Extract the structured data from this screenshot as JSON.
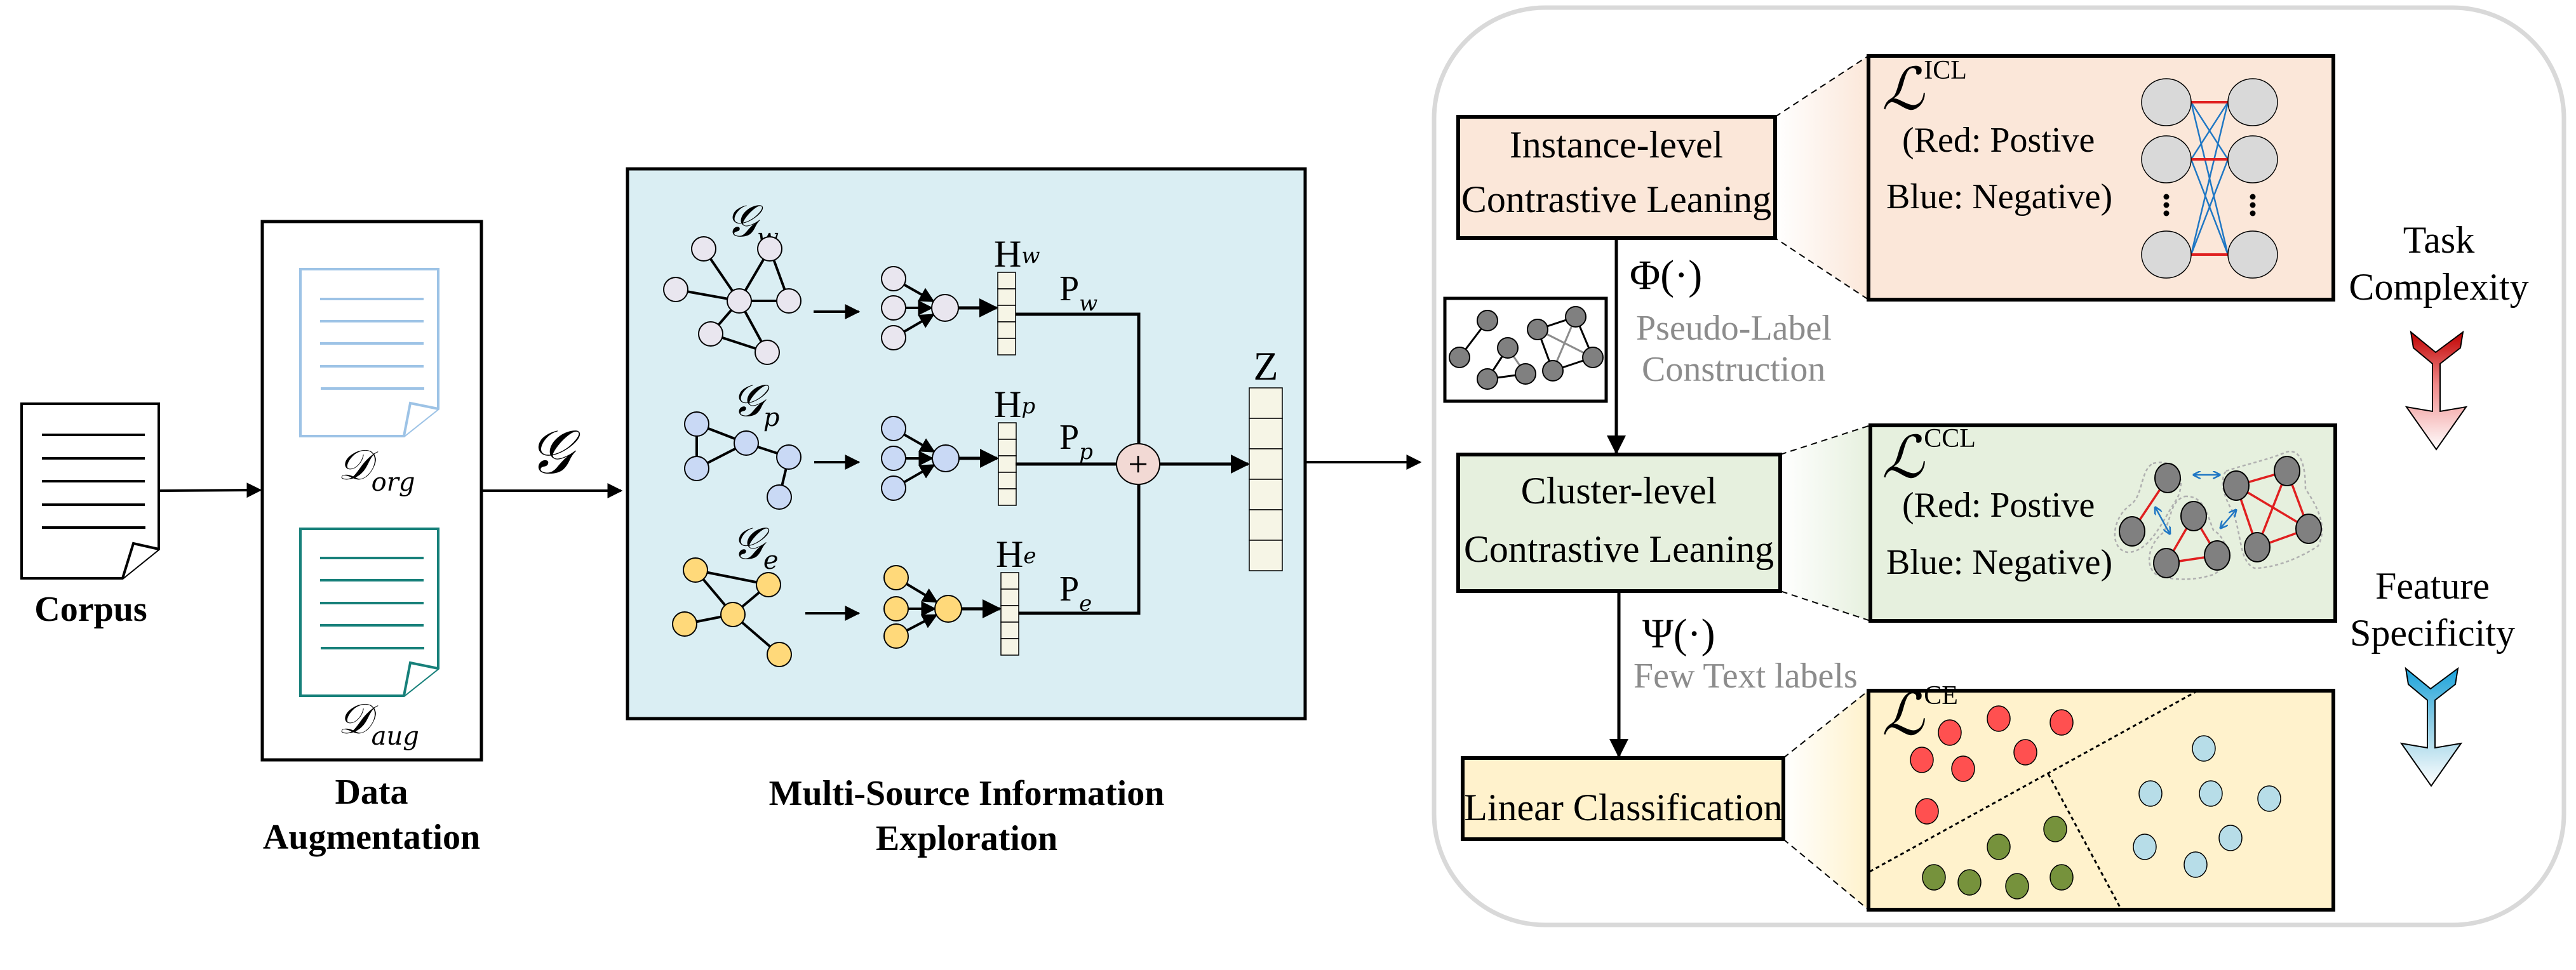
{
  "figure": {
    "domain": "Diagram",
    "description": "Pipeline: Corpus -> Data Augmentation -> Multi-Source Information Exploration -> contrastive learning and classification stages"
  },
  "colors": {
    "middle_panel_bg": "#daeef3",
    "vector_fill": "#f6f5e6",
    "plus_fill": "#f2d9d4",
    "container_stroke": "#d9d9d9",
    "instance_bg": "#fbe7d9",
    "cluster_bg": "#e6f0de",
    "linear_bg": "#fff2cc",
    "doc_org": "#9dc3e6",
    "doc_aug": "#17807a",
    "node_w": "#e9e6ef",
    "node_p": "#c9d9f5",
    "node_e": "#ffd97a",
    "node_grey": "#808080",
    "positive_red": "#e02020",
    "negative_blue": "#1f77c4",
    "ce_red": "#ff5050",
    "ce_green": "#76923c",
    "ce_blue": "#b7dde8",
    "secondary_text": "#8c8c8c",
    "arrow_task_top": "#c00000",
    "arrow_feature_top": "#1aa3dc"
  },
  "corpus": {
    "label": "Corpus",
    "icon": "document-icon"
  },
  "data_augmentation": {
    "caption_line1": "Data",
    "caption_line2": "Augmentation",
    "doc_org": {
      "symbol": "𝒟",
      "subscript": "org"
    },
    "doc_aug": {
      "symbol": "𝒟",
      "subscript": "aug"
    }
  },
  "graph_arrow_label": "𝒢",
  "multi_source": {
    "caption_line1": "Multi-Source Information",
    "caption_line2": "Exploration",
    "branches": [
      {
        "graph_symbol": "𝒢",
        "graph_sub": "w",
        "h_label": "H",
        "h_sub": "w",
        "p_label": "P",
        "p_sub": "w",
        "cells": 5
      },
      {
        "graph_symbol": "𝒢",
        "graph_sub": "p",
        "h_label": "H",
        "h_sub": "p",
        "p_label": "P",
        "p_sub": "p",
        "cells": 5
      },
      {
        "graph_symbol": "𝒢",
        "graph_sub": "e",
        "h_label": "H",
        "h_sub": "e",
        "p_label": "P",
        "p_sub": "e",
        "cells": 5
      }
    ],
    "fusion_symbol": "+",
    "output_label": "Z",
    "output_cells": 6
  },
  "stages": {
    "instance": {
      "line1": "Instance-level",
      "line2": "Contrastive Leaning"
    },
    "phi": {
      "symbol": "Φ(·)",
      "line1": "Pseudo-Label",
      "line2": "Construction"
    },
    "cluster": {
      "line1": "Cluster-level",
      "line2": "Contrastive Leaning"
    },
    "psi": {
      "symbol": "Ψ(·)",
      "line1": "Few Text labels"
    },
    "linear": {
      "line1": "Linear Classification"
    }
  },
  "detail_panels": {
    "icl": {
      "loss_symbol": "ℒ",
      "loss_sup": "ICL",
      "legend_line1": "(Red: Postive",
      "legend_line2": "Blue: Negative)",
      "ellipsis": "⋮"
    },
    "ccl": {
      "loss_symbol": "ℒ",
      "loss_sup": "CCL",
      "legend_line1": "(Red: Postive",
      "legend_line2": "Blue: Negative)"
    },
    "ce": {
      "loss_symbol": "ℒ",
      "loss_sup": "CE",
      "class_counts": {
        "red": 7,
        "green": 6,
        "blue": 7
      }
    }
  },
  "side_labels": {
    "task_line1": "Task",
    "task_line2": "Complexity",
    "feature_line1": "Feature",
    "feature_line2": "Specificity"
  }
}
